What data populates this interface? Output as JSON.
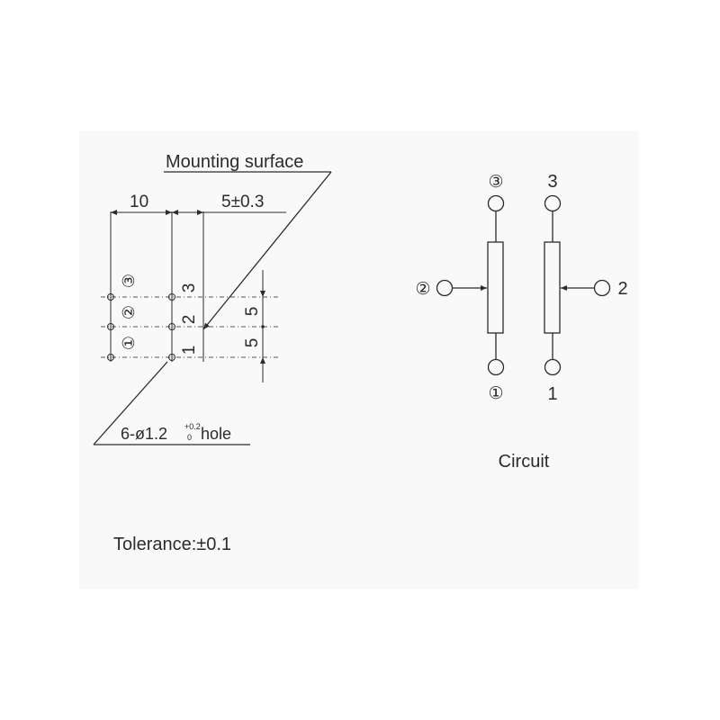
{
  "mounting": {
    "mounting_surface_label": "Mounting surface",
    "dim_10": "10",
    "dim_5_tol": "5±0.3",
    "dim_5_upper": "5",
    "dim_5_lower": "5",
    "hole_label_prefix": "6-ø1.2",
    "hole_tol_plus": "+0.2",
    "hole_tol_minus": "0",
    "hole_label_suffix": "hole",
    "pin_circled_3": "③",
    "pin_circled_2": "②",
    "pin_circled_1": "①",
    "pin_3": "3",
    "pin_2": "2",
    "pin_1": "1"
  },
  "circuit": {
    "caption": "Circuit",
    "left_top": "③",
    "left_mid": "②",
    "left_bottom": "①",
    "right_top": "3",
    "right_mid": "2",
    "right_bottom": "1"
  },
  "tolerance": "Tolerance:±0.1"
}
